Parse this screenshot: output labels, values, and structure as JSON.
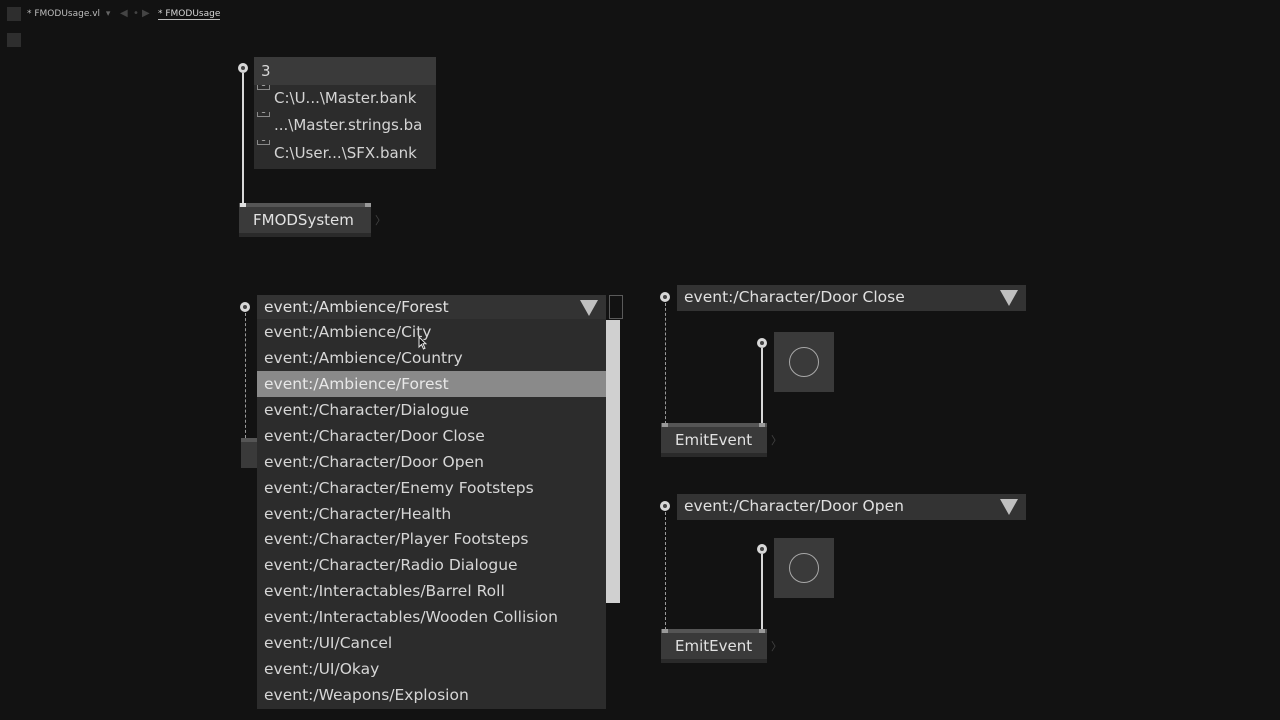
{
  "window": {
    "tab_file": "* FMODUsage.vl",
    "tab_file_chevron": "▾",
    "back_arrow": "◀",
    "dot_separator": "•",
    "forward_arrow": "▶",
    "breadcrumb": "* FMODUsage"
  },
  "bank_list": {
    "count": "3",
    "items": [
      {
        "index": "0",
        "label": "C:\\U...\\Master.bank"
      },
      {
        "index": "0",
        "label": "...\\Master.strings.ba"
      },
      {
        "index": "0",
        "label": "C:\\User...\\SFX.bank"
      }
    ]
  },
  "nodes": {
    "fmod_system": "FMODSystem",
    "emit_event_1": "EmitEvent",
    "emit_event_2": "EmitEvent",
    "chevron": "〉"
  },
  "enum_main": {
    "value": "event:/Ambience/Forest",
    "options": [
      "event:/Ambience/City",
      "event:/Ambience/Country",
      "event:/Ambience/Forest",
      "event:/Character/Dialogue",
      "event:/Character/Door Close",
      "event:/Character/Door Open",
      "event:/Character/Enemy Footsteps",
      "event:/Character/Health",
      "event:/Character/Player Footsteps",
      "event:/Character/Radio Dialogue",
      "event:/Interactables/Barrel Roll",
      "event:/Interactables/Wooden Collision",
      "event:/UI/Cancel",
      "event:/UI/Okay",
      "event:/Weapons/Explosion"
    ],
    "selected_index": 2
  },
  "enum_door_close": {
    "value": "event:/Character/Door Close"
  },
  "enum_door_open": {
    "value": "event:/Character/Door Open"
  },
  "icons": {
    "dropdown_arrow": "triangle-down-icon",
    "bang": "circle-icon",
    "pin": "pin-icon"
  },
  "colors": {
    "background": "#121212",
    "node": "#3a3a3a",
    "selection": "#8a8a8a",
    "link": "#d8d8d8"
  }
}
